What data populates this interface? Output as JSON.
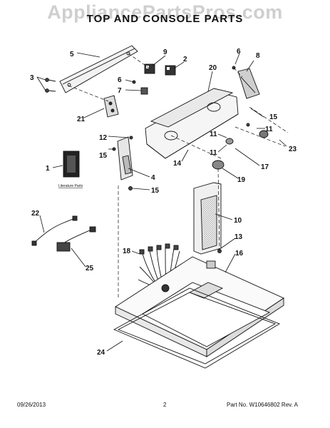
{
  "watermark": "AppliancePartsPros.com",
  "title": "TOP AND CONSOLE PARTS",
  "literature_label": "Literature Parts",
  "callouts": {
    "c1": "1",
    "c2": "2",
    "c3": "3",
    "c4": "4",
    "c5": "5",
    "c6a": "6",
    "c6b": "6",
    "c7": "7",
    "c8": "8",
    "c9": "9",
    "c10": "10",
    "c11a": "11",
    "c11b": "11",
    "c11c": "11",
    "c12": "12",
    "c13": "13",
    "c14": "14",
    "c15a": "15",
    "c15b": "15",
    "c15c": "15",
    "c16": "16",
    "c17": "17",
    "c18": "18",
    "c19": "19",
    "c20": "20",
    "c21": "21",
    "c22": "22",
    "c23": "23",
    "c24": "24",
    "c25": "25"
  },
  "footer": {
    "date": "09/26/2013",
    "page": "2",
    "part": "Part No. W10646802  Rev. A"
  }
}
